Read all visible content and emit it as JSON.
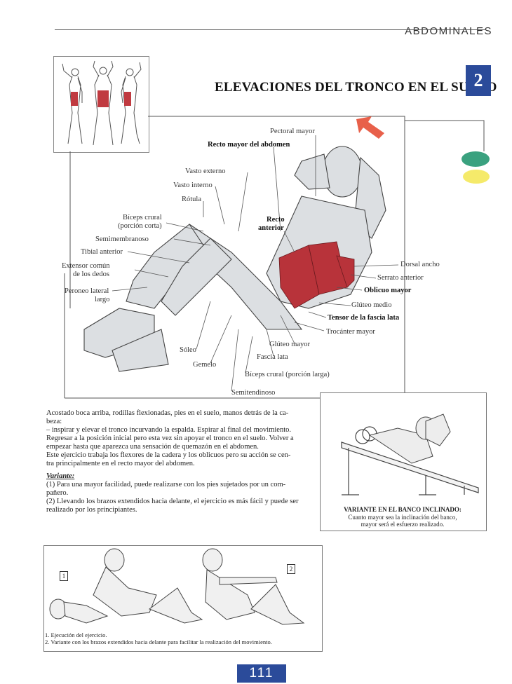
{
  "header": {
    "section": "ABDOMINALES"
  },
  "exercise": {
    "title": "ELEVACIONES DEL TRONCO EN EL SUELO",
    "number": "2"
  },
  "labels": {
    "pectoral_mayor": "Pectoral mayor",
    "recto_mayor": "Recto mayor del abdomen",
    "vasto_externo": "Vasto externo",
    "vasto_interno": "Vasto interno",
    "rotula": "Rótula",
    "biceps_crural_1": "Bíceps crural",
    "biceps_crural_2": "(porción corta)",
    "semimembranoso": "Semimembranoso",
    "tibial_anterior": "Tibial anterior",
    "extensor_1": "Extensor común",
    "extensor_2": "de los dedos",
    "peroneo_1": "Peroneo lateral",
    "peroneo_2": "largo",
    "recto_anterior_1": "Recto",
    "recto_anterior_2": "anterior",
    "dorsal_ancho": "Dorsal ancho",
    "serrato": "Serrato anterior",
    "oblicuo": "Oblicuo mayor",
    "gluteo_medio": "Glúteo medio",
    "tensor": "Tensor de la fascia lata",
    "trocanter": "Trocánter mayor",
    "gluteo_mayor": "Glúteo mayor",
    "fascia_lata": "Fascia lata",
    "soleo": "Sóleo",
    "gemelo": "Gemelo",
    "biceps_larga": "Bíceps crural (porción larga)",
    "semitendinoso": "Semitendinoso"
  },
  "description": {
    "lines": [
      "Acostado boca arriba, rodillas flexionadas, pies en el suelo, manos detrás de la ca-",
      "beza:",
      "– inspirar y elevar el tronco incurvando la espalda. Espirar al final del movimiento.",
      "Regresar a la posición inicial pero esta vez sin apoyar el tronco en el suelo. Volver a",
      "empezar hasta que aparezca una sensación de quemazón en el abdomen.",
      "Este ejercicio trabaja los flexores de la cadera y los oblicuos pero su acción se cen-",
      "tra principalmente en el recto mayor del abdomen."
    ],
    "variant_title": "Variante:",
    "variant_lines": [
      "(1) Para una mayor facilidad, puede realizarse con los pies sujetados por un com-",
      "pañero.",
      "(2) Llevando los brazos extendidos hacia delante, el ejercicio es más fácil y puede ser",
      "realizado por los principiantes."
    ]
  },
  "incline": {
    "title": "VARIANTE EN EL BANCO INCLINADO:",
    "line1": "Cuanto mayor sea la inclinación del banco,",
    "line2": "mayor será el esfuerzo realizado."
  },
  "bottom": {
    "tag1": "1",
    "tag2": "2",
    "cap1": "1. Ejecución del ejercicio.",
    "cap2": "2. Variante con los brazos extendidos hacia delante para facilitar la realización del movimiento."
  },
  "page_number": "111",
  "colors": {
    "accent_blue": "#2b4b9a",
    "muscle_red": "#b8333a",
    "green": "#3aa17f",
    "yellow": "#f5ea6a",
    "arrow": "#e8604a"
  }
}
